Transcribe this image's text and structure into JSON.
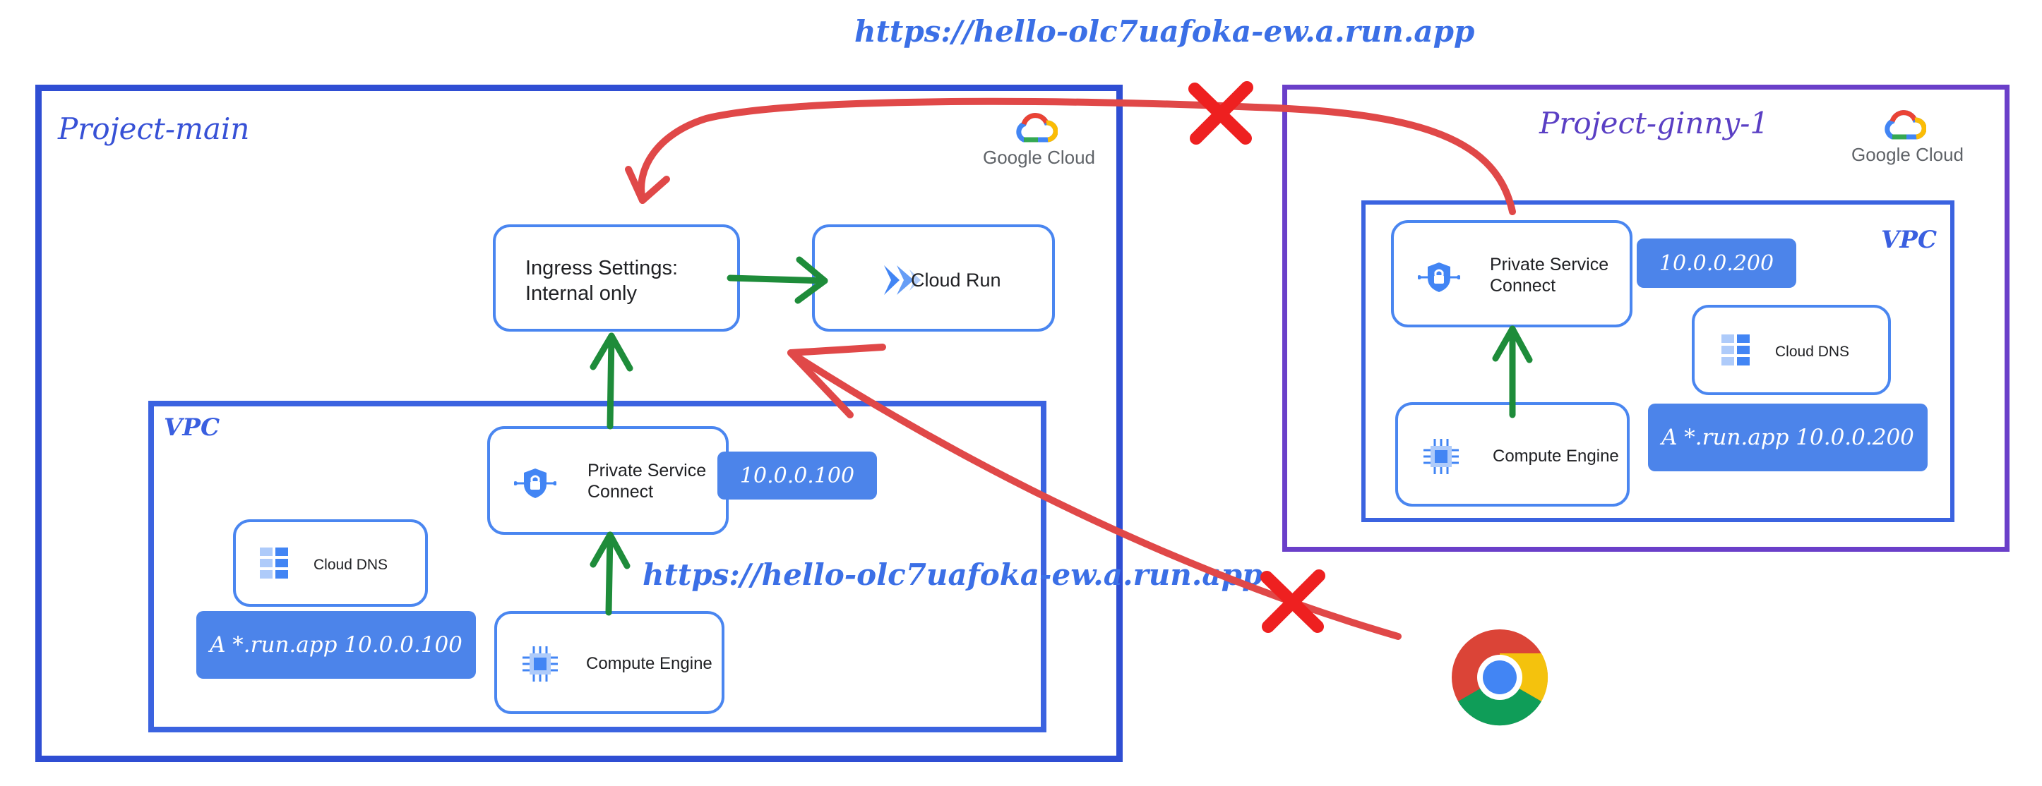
{
  "projects": {
    "main": {
      "title": "Project-main",
      "brand": "Google Cloud",
      "vpc_label": "VPC",
      "nodes": {
        "ingress": "Ingress Settings:\nInternal only",
        "cloud_run": "Cloud Run",
        "psc": "Private Service\nConnect",
        "cloud_dns": "Cloud DNS",
        "compute": "Compute Engine"
      },
      "psc_ip": "10.0.0.100",
      "dns_record": "A *.run.app 10.0.0.100"
    },
    "ginny": {
      "title": "Project-ginny-1",
      "brand": "Google Cloud",
      "vpc_label": "VPC",
      "nodes": {
        "psc": "Private Service\nConnect",
        "cloud_dns": "Cloud DNS",
        "compute": "Compute Engine"
      },
      "psc_ip": "10.0.0.200",
      "dns_record": "A *.run.app 10.0.0.200"
    }
  },
  "urls": {
    "top": "https://hello-olc7uafoka-ew.a.run.app",
    "middle": "https://hello-olc7uafoka-ew.a.run.app"
  },
  "icons": {
    "google_cloud": "google-cloud-logo-icon",
    "cloud_run": "cloud-run-icon",
    "psc": "private-service-connect-icon",
    "dns": "cloud-dns-icon",
    "compute": "compute-engine-icon",
    "browser": "chrome-icon",
    "blocked": "red-x-icon"
  },
  "colors": {
    "allowed_arrow": "#1e8c3a",
    "blocked_arrow": "#e04848",
    "project_main_border": "#2f4ed3",
    "project_ginny_border": "#6a3fc9",
    "node_border": "#4a86f0",
    "ip_badge": "#4c84ea"
  }
}
